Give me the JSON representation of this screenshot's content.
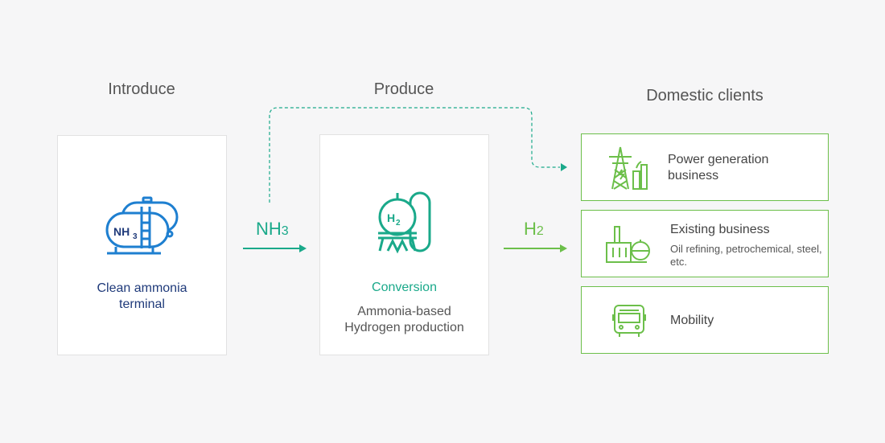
{
  "headings": {
    "introduce": "Introduce",
    "produce": "Produce",
    "clients": "Domestic clients"
  },
  "cards": {
    "terminal": {
      "title": "Clean ammonia terminal",
      "icon": "ammonia-tank-icon"
    },
    "conversion": {
      "title": "Conversion",
      "desc": "Ammonia-based Hydrogen production",
      "icon": "hydrogen-plant-icon"
    }
  },
  "flows": {
    "nh3": {
      "base": "NH",
      "sub": "3"
    },
    "h2": {
      "base": "H",
      "sub": "2"
    }
  },
  "clients": {
    "power": {
      "title": "Power generation business",
      "icon": "power-tower-icon"
    },
    "existing": {
      "title": "Existing business",
      "sub": "Oil refining, petrochemical, steel, etc.",
      "icon": "refinery-icon"
    },
    "mobility": {
      "title": "Mobility",
      "icon": "bus-icon"
    }
  },
  "colors": {
    "navy": "#1f3a7a",
    "blue_icon": "#1e7fd0",
    "teal": "#1aa98a",
    "green": "#6cbf4a"
  }
}
